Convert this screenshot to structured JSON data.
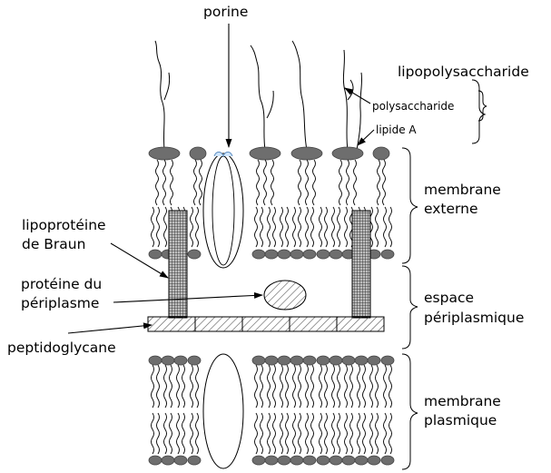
{
  "labels": {
    "porine": "porine",
    "lipopolysaccharide": "lipopolysaccharide",
    "polysaccharide": "polysaccharide",
    "lipide_a": "lipide A",
    "membrane_externe_1": "membrane",
    "membrane_externe_2": "externe",
    "lipoproteine_1": "lipoprotéine",
    "lipoproteine_2": "de Braun",
    "proteine_1": "protéine du",
    "proteine_2": "périplasme",
    "espace_1": "espace",
    "espace_2": "périplasmique",
    "peptidoglycane": "peptidoglycane",
    "membrane_plasmique_1": "membrane",
    "membrane_plasmique_2": "plasmique"
  },
  "colors": {
    "head_fill": "#6e6e6e",
    "line": "#000000"
  }
}
